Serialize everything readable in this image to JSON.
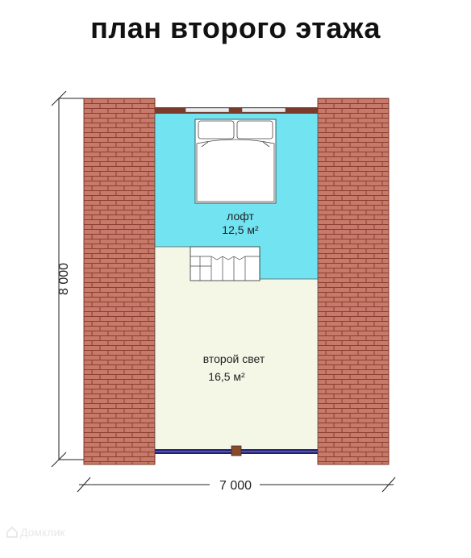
{
  "title": "план второго этажа",
  "rooms": {
    "loft": {
      "name": "лофт",
      "area": "12,5 м²"
    },
    "second_light": {
      "name": "второй свет",
      "area": "16,5 м²"
    }
  },
  "dimensions": {
    "width": "7 000",
    "height": "8 000"
  },
  "watermark": "Домклик",
  "colors": {
    "roof_brick": "#c87a6a",
    "roof_mortar": "#8a3d30",
    "loft_fill": "#72e3f0",
    "floor_fill": "#f4f6e6",
    "window_line": "#2a2a9a",
    "wall": "#7a3b2a"
  }
}
